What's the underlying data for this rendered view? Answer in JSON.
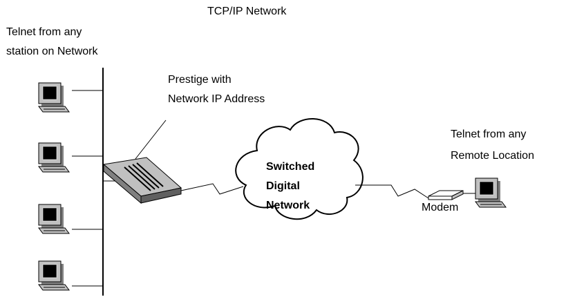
{
  "labels": {
    "network_title": "TCP/IP Network",
    "local_telnet_line1": "Telnet from any",
    "local_telnet_line2": "station on Network",
    "prestige_line1": "Prestige with",
    "prestige_line2": "Network IP Address",
    "remote_telnet_line1": "Telnet from any",
    "remote_telnet_line2": "Remote Location",
    "modem": "Modem"
  },
  "cloud": {
    "line1": "Switched",
    "line2": "Digital",
    "line3": "Network"
  },
  "icons": {
    "workstation": "desktop-computer-icon",
    "router": "prestige-router-icon",
    "modem": "modem-icon",
    "cloud": "network-cloud-icon"
  },
  "colors": {
    "lines": "#000000",
    "device_shell": "#c0c0c0",
    "device_shadow": "#808080",
    "screen": "#000000",
    "cloud_fill": "#ffffff"
  }
}
